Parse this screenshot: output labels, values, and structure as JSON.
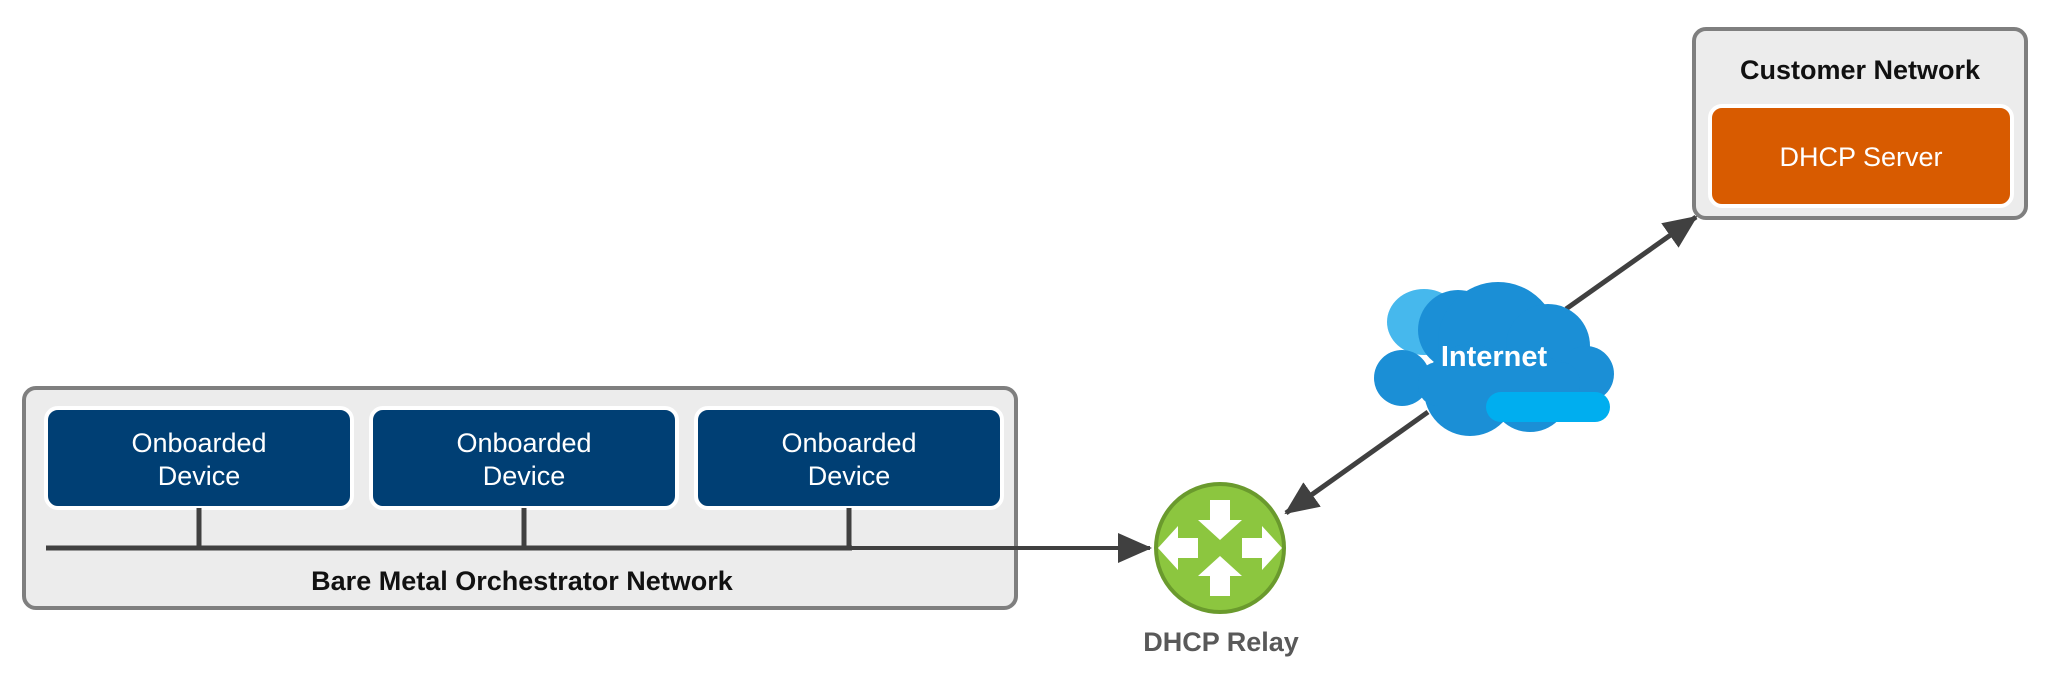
{
  "diagram": {
    "bmo_network": {
      "label": "Bare Metal Orchestrator Network",
      "devices": [
        {
          "line1": "Onboarded",
          "line2": "Device"
        },
        {
          "line1": "Onboarded",
          "line2": "Device"
        },
        {
          "line1": "Onboarded",
          "line2": "Device"
        }
      ]
    },
    "relay": {
      "label": "DHCP Relay",
      "icon": "router-icon"
    },
    "cloud": {
      "label": "Internet",
      "icon": "cloud-icon"
    },
    "customer_network": {
      "title": "Customer Network",
      "server_label": "DHCP Server"
    },
    "colors": {
      "device_fill": "#003f74",
      "network_fill": "#ececec",
      "network_border": "#7f7f7f",
      "server_fill": "#d85b00",
      "relay_fill": "#8cc63f",
      "relay_border": "#6a9a2d",
      "cloud_fill": "#1b8fd6",
      "cloud_accent": "#46b8ed",
      "connector": "#404040"
    }
  }
}
